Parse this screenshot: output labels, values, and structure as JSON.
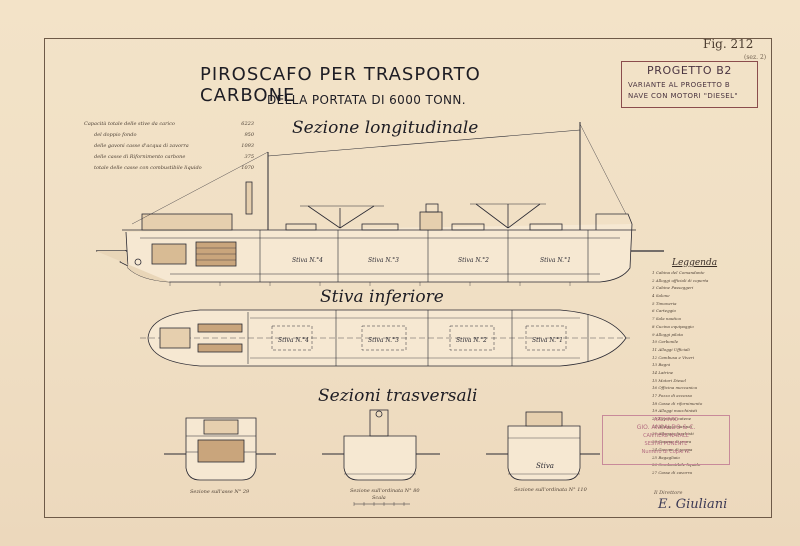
{
  "sheet_number": "Fig. 212",
  "sheet_subnumber": "(sez. 2)",
  "title": "PIROSCAFO PER TRASPORTO CARBONE",
  "subtitle": "DELLA PORTATA DI 6000 TONN.",
  "sections": {
    "longitudinal": "Sezione longitudinale",
    "lower_deck": "Stiva inferiore",
    "transverse": "Sezioni trasversali"
  },
  "project_box": {
    "heading": "PROGETTO B2",
    "line1": "VARIANTE AL PROGETTO B",
    "line2": "NAVE CON MOTORI \"DIESEL\""
  },
  "capacities": [
    {
      "label": "Capacità totale delle stive da carico",
      "value": "6223"
    },
    {
      "label": "del doppio fondo",
      "value": "950"
    },
    {
      "label": "delle gavoni casse d'acqua di zavorra",
      "value": "1093"
    },
    {
      "label": "delle casse di Rifornimento carbone",
      "value": "375"
    },
    {
      "label": "totale delle casse con combustibile liquido",
      "value": "1070"
    }
  ],
  "hold_labels": [
    "Stiva N.°4",
    "Stiva N.°3",
    "Stiva N.°2",
    "Stiva N.°1"
  ],
  "lower_hold_labels": [
    "Stiva N.°4",
    "Stiva N.°3",
    "Stiva N.°2",
    "Stiva N.°1"
  ],
  "legend": {
    "title": "Leggenda",
    "items": [
      "1 Cabina del Comandante",
      "2 Alloggi ufficiali di coperta",
      "3 Cabine Passeggeri",
      "4 Salone",
      "5 Timoneria",
      "6 Carteggio",
      "7 Sala nautica",
      "8 Cucina equipaggio",
      "9 Alloggi pilota",
      "10 Carbonile",
      "11 Alloggi Ufficiali",
      "12 Cambusa e Viveri",
      "13 Bagni",
      "14 Latrine",
      "15 Motori Diesel",
      "16 Officina meccanica",
      "17 Pozzo di accesso",
      "18 Casse di rifornimento",
      "19 Alloggi macchinisti",
      "20 Deposito catene",
      "21 Alloggio marinai",
      "22 Alloggio fuochisti",
      "23 Gavone di prora",
      "24 Gavone di poppa",
      "25 Bagagliaio",
      "26 Combustibile liquido",
      "27 Casse di zavorra"
    ]
  },
  "stamp": {
    "line1": "ARCHIVIO",
    "line2": "GIO. ANSALDO & C.",
    "line3": "CANTIERE NAVALE",
    "line4": "SESTRI PONENTE",
    "line5": "Numero di Copie N."
  },
  "bottom_note": "Il Direttore",
  "signature": "E. Giuliani",
  "transverse_captions": [
    "Sezione sull'asse N° 29",
    "Sezione sull'ordinata N° 80",
    "Sezione sull'ordinata N° 110"
  ],
  "transverse_sub": "Scala",
  "transverse_hold_label": "Stiva",
  "colors": {
    "paper": "#f0dfc4",
    "ink": "#1e1d24",
    "red_ink": "#8b4d4d",
    "stamp": "#b36b80",
    "wood": "#c9a57c"
  }
}
